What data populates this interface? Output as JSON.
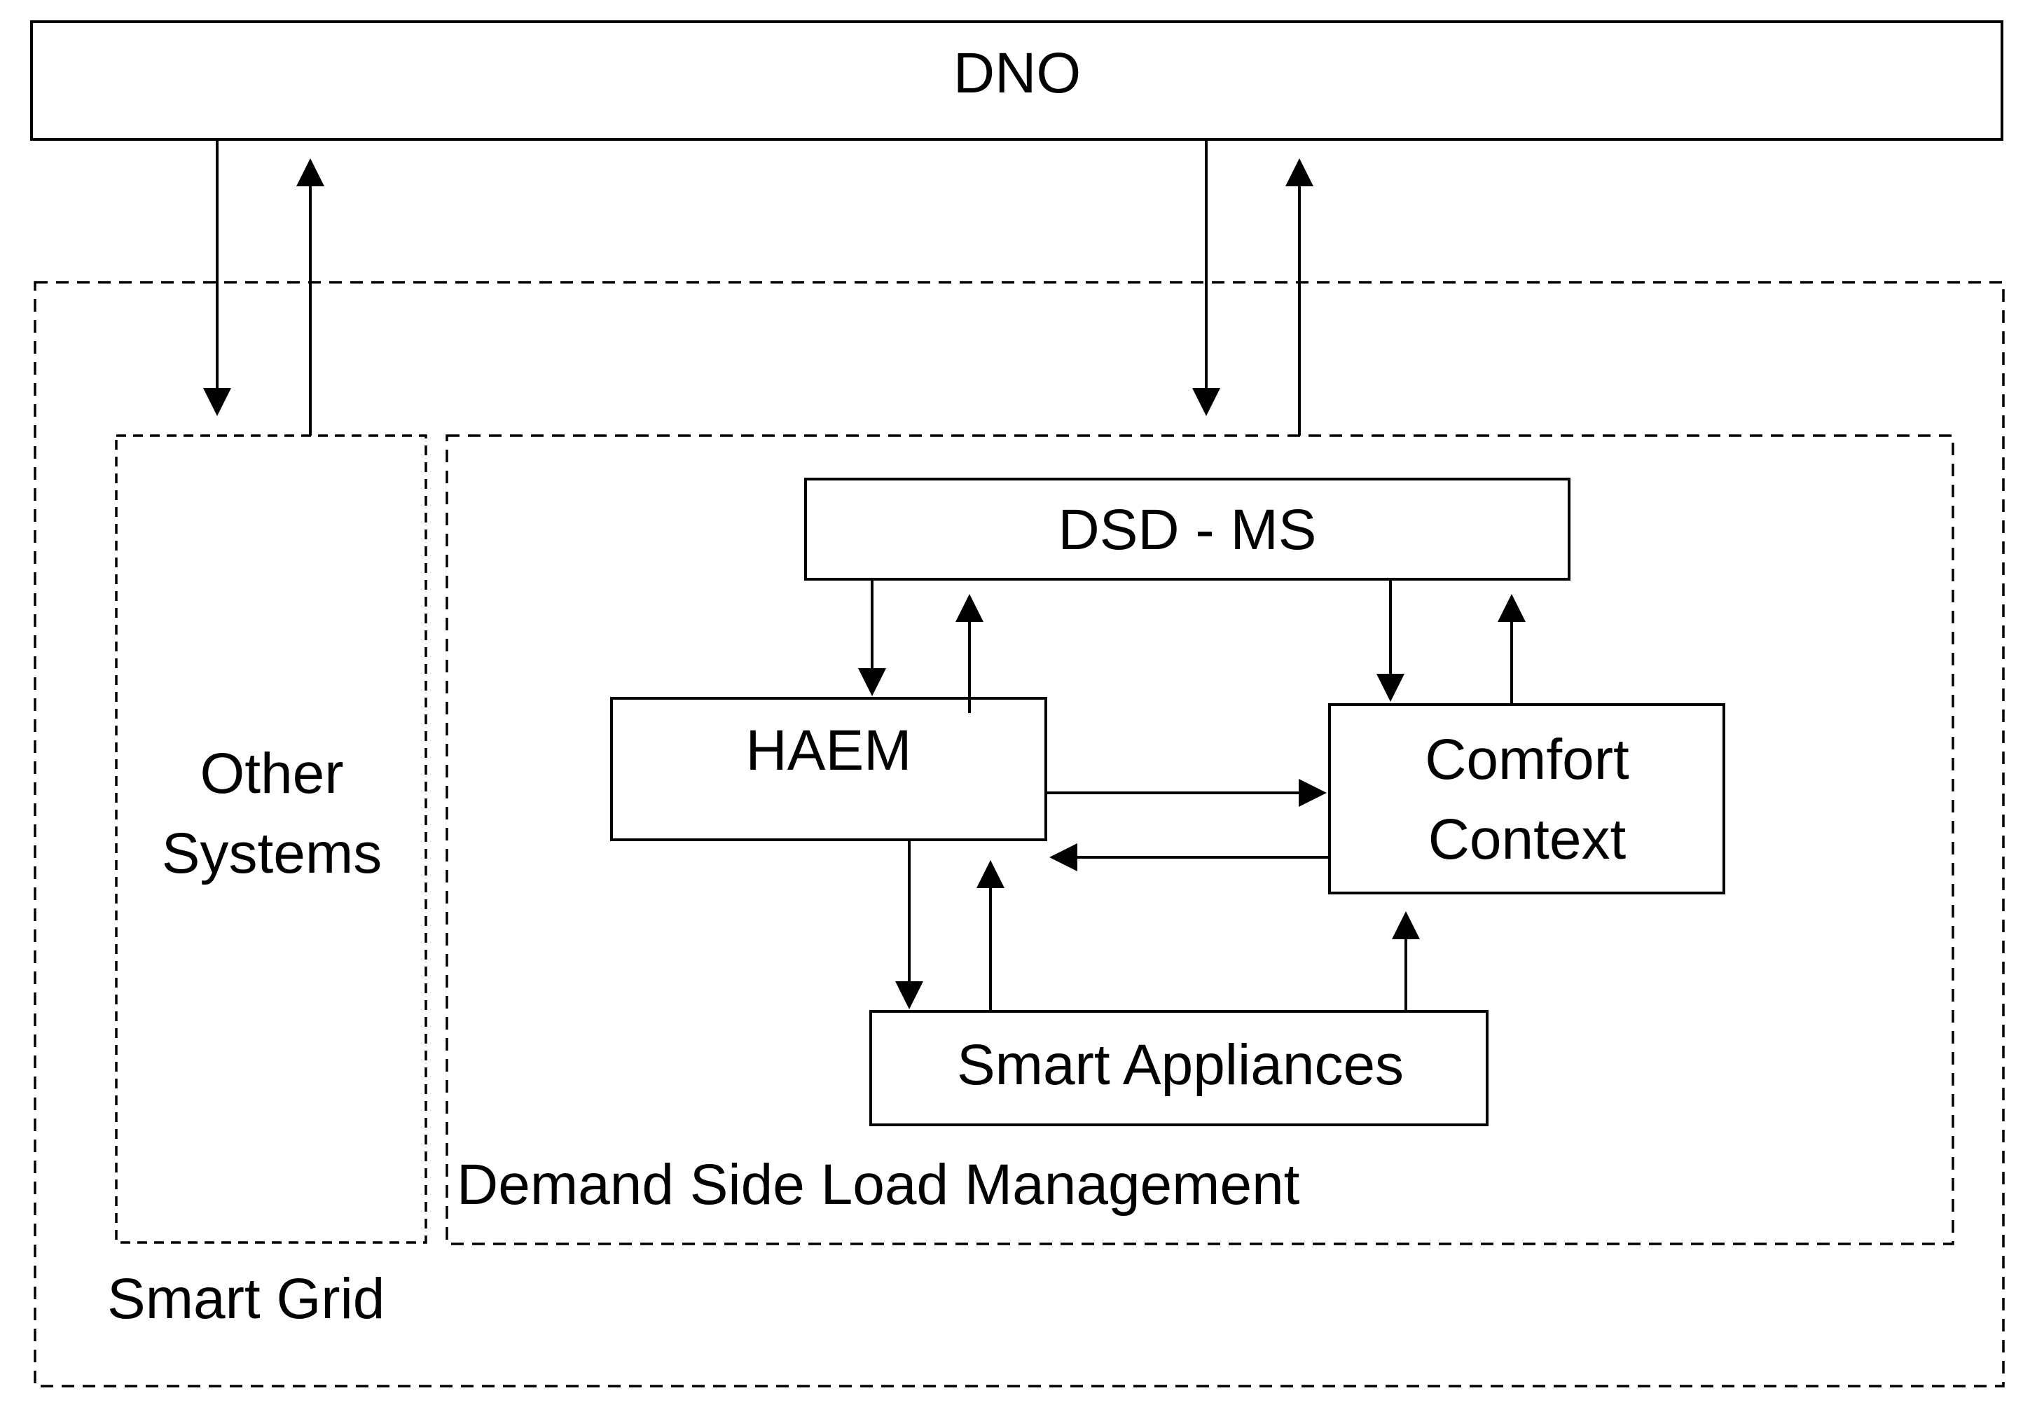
{
  "colors": {
    "stroke": "#000000",
    "background": "#ffffff"
  },
  "nodes": {
    "dno": {
      "label": "DNO"
    },
    "smart_grid": {
      "label": "Smart Grid"
    },
    "other_systems": {
      "line1": "Other",
      "line2": "Systems"
    },
    "demand_side": {
      "label": "Demand Side Load Management"
    },
    "dsd_ms": {
      "label": "DSD - MS"
    },
    "haem": {
      "label": "HAEM"
    },
    "comfort_context": {
      "line1": "Comfort",
      "line2": "Context"
    },
    "smart_appliances": {
      "label": "Smart Appliances"
    }
  }
}
